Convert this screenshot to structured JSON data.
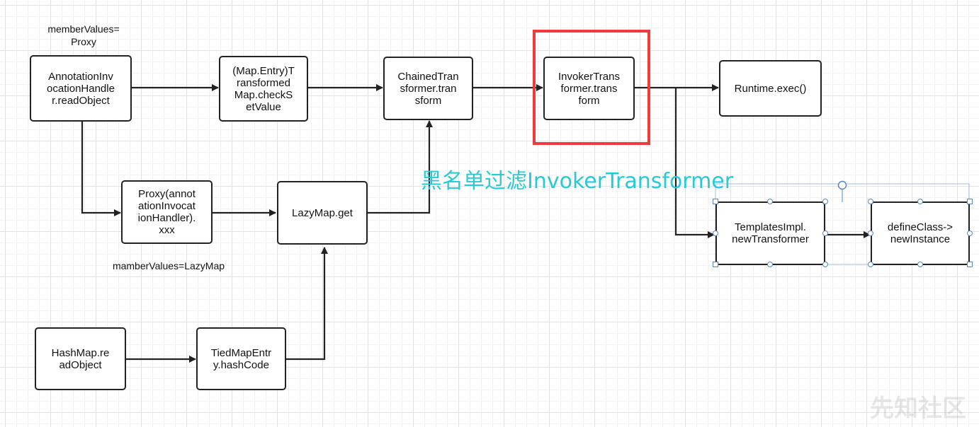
{
  "nodes": {
    "annotation_handler": "AnnotationInv\nocationHandle\nr.readObject",
    "transformed_map": "(Map.Entry)T\nransformed\nMap.checkS\netValue",
    "chained_transformer": "ChainedTran\nsformer.tran\nsform",
    "invoker_transformer": "InvokerTrans\nformer.trans\nform",
    "runtime_exec": "Runtime.exec()",
    "proxy": "Proxy(annot\nationInvocat\nionHandler).\nxxx",
    "lazymap_get": "LazyMap.get",
    "templates_impl": "TemplatesImpl.\nnewTransformer",
    "define_class": "defineClass->\nnewInstance",
    "hashmap_read": "HashMap.re\nadObject",
    "tiedmapentry": "TiedMapEntr\ny.hashCode"
  },
  "notes": {
    "member_values_proxy": "memberValues=\nProxy",
    "member_values_lazymap": "mamberValues=LazyMap"
  },
  "overlay": {
    "blacklist_label": "黑名单过滤InvokerTransformer",
    "label_color": "#29c9d8",
    "highlight_color": "#ef3b3b"
  },
  "watermark": "先知社区"
}
